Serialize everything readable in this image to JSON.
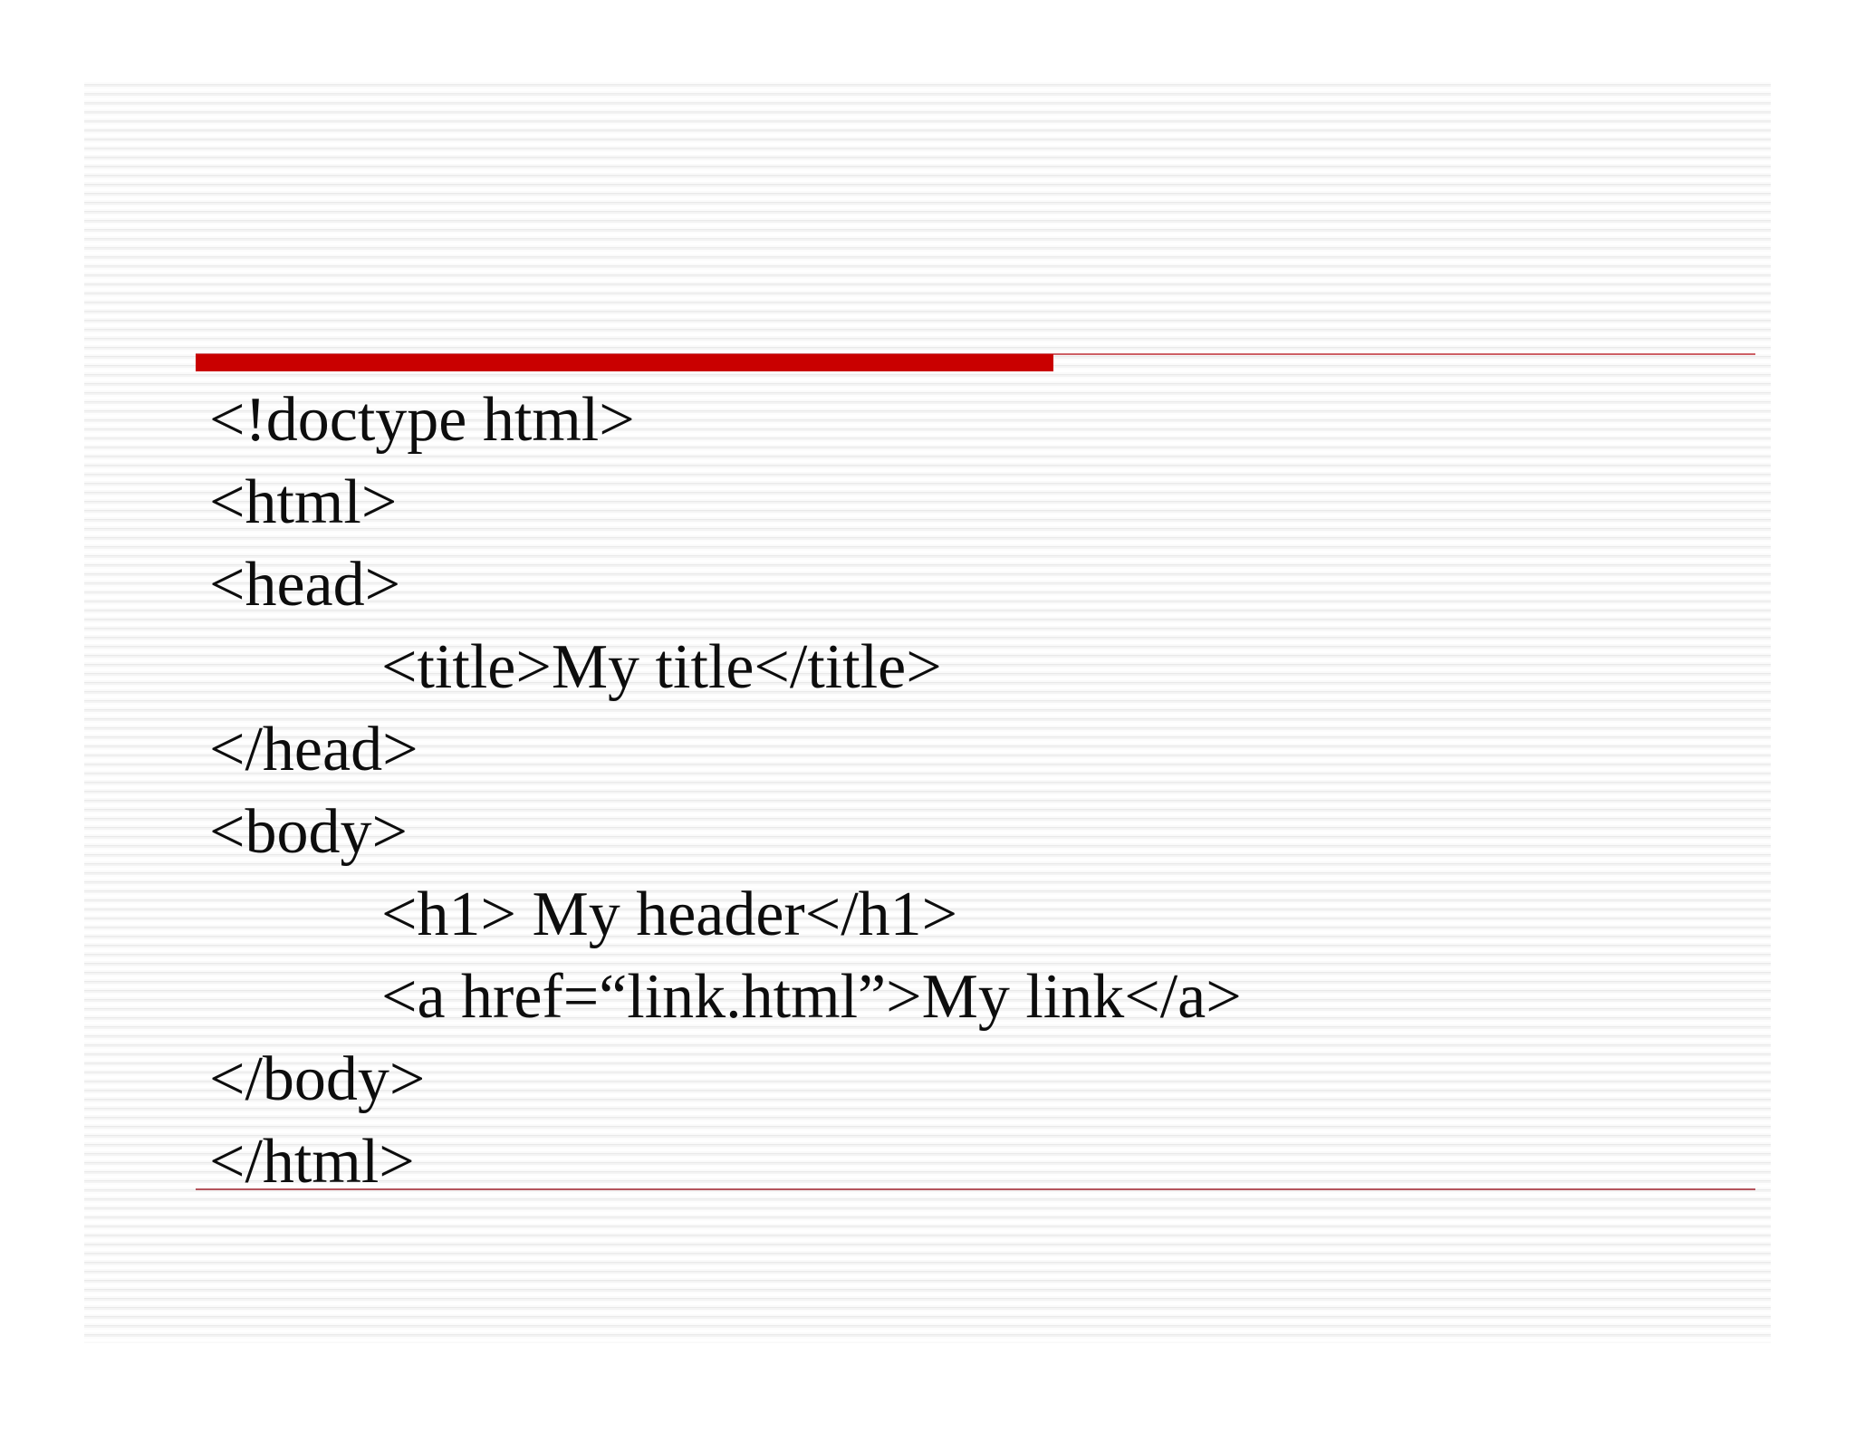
{
  "slide": {
    "kind": "presentation-slide",
    "background": "#ffffff",
    "texture": "horizontal-striped-paper",
    "accent_color": "#C90000",
    "thin_rule_color": "#B4545C",
    "text_color": "#0d0d0d"
  },
  "code": {
    "language": "html",
    "lines": [
      {
        "text": "<!doctype html>",
        "indent": 0
      },
      {
        "text": "<html>",
        "indent": 0
      },
      {
        "text": "<head>",
        "indent": 0
      },
      {
        "text": "<title>My title</title>",
        "indent": 1
      },
      {
        "text": "</head>",
        "indent": 0
      },
      {
        "text": "<body>",
        "indent": 0
      },
      {
        "text": "<h1> My header</h1>",
        "indent": 1
      },
      {
        "text": "<a href=“link.html”>My link</a>",
        "indent": 1
      },
      {
        "text": "</body>",
        "indent": 0
      },
      {
        "text": "</html>",
        "indent": 0
      }
    ]
  }
}
